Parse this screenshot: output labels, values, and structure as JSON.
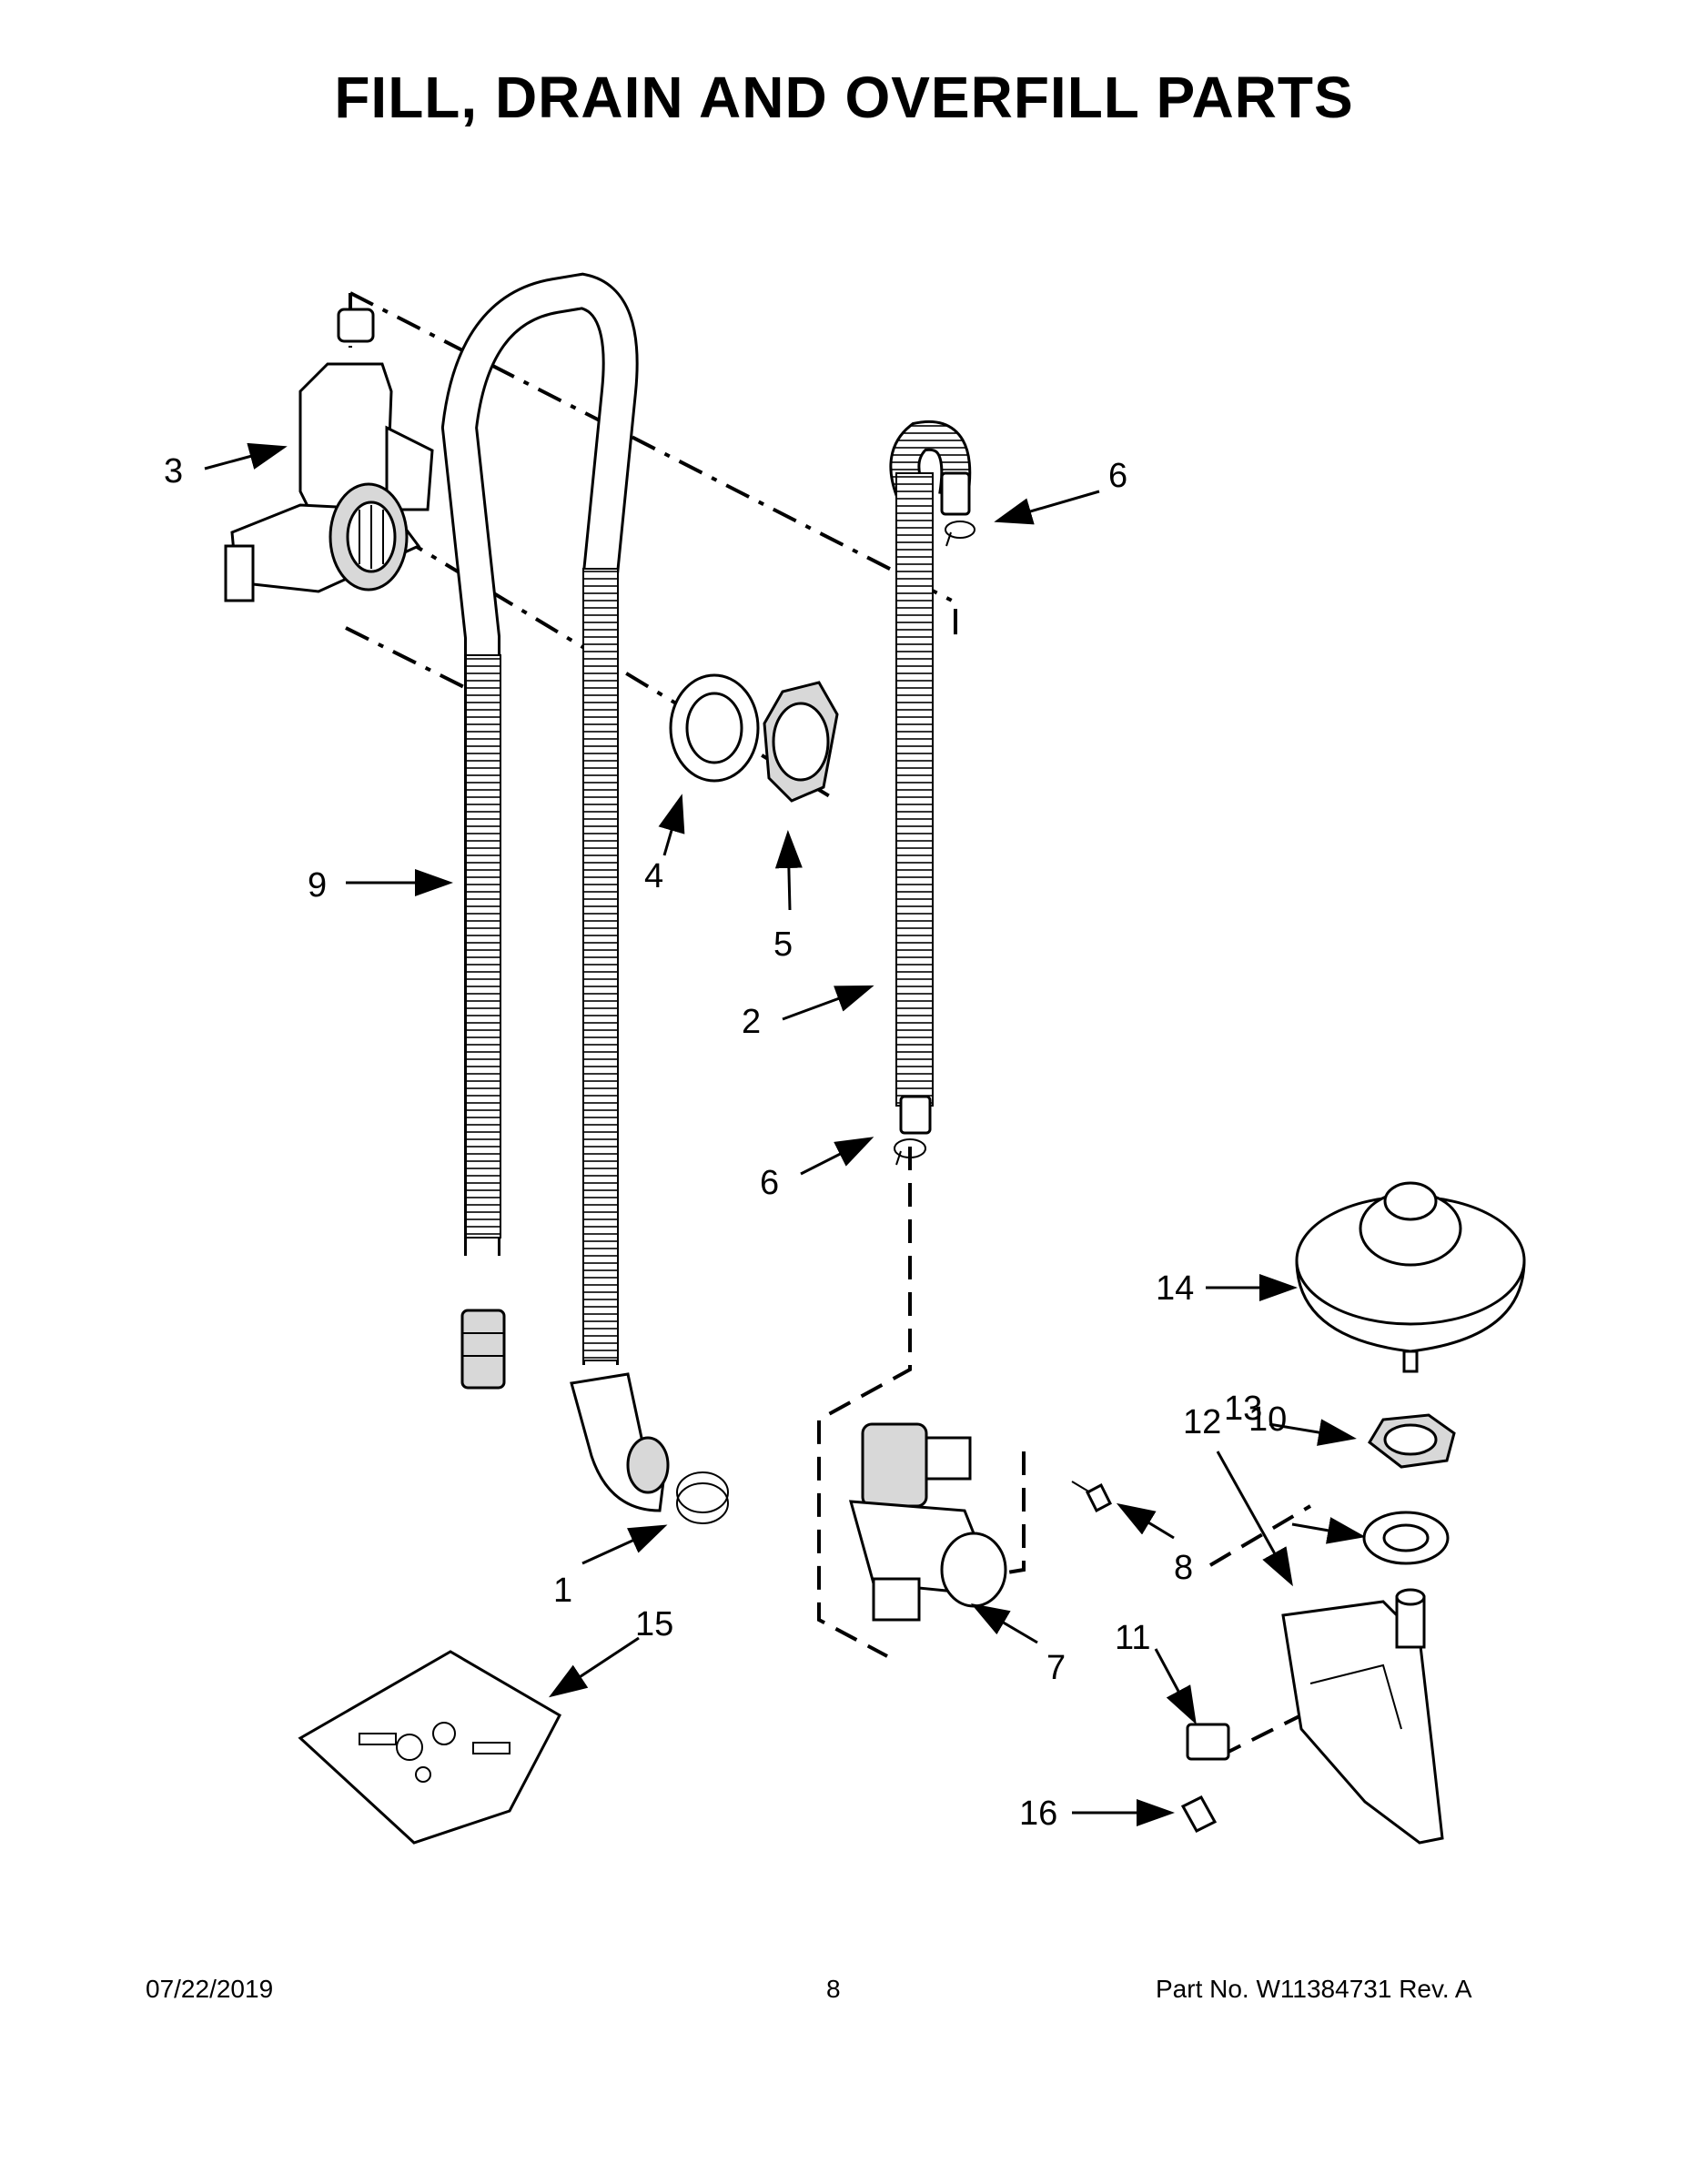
{
  "title": "FILL, DRAIN AND OVERFILL PARTS",
  "callouts": {
    "c1": "1",
    "c2": "2",
    "c3": "3",
    "c4": "4",
    "c5": "5",
    "c6a": "6",
    "c6b": "6",
    "c7": "7",
    "c8": "8",
    "c9": "9",
    "c10": "10",
    "c11": "11",
    "c12": "12",
    "c13": "13",
    "c14": "14",
    "c15": "15",
    "c16": "16"
  },
  "footer": {
    "date": "07/22/2019",
    "page": "8",
    "part_no": "Part No.  W11384731  Rev.  A"
  }
}
